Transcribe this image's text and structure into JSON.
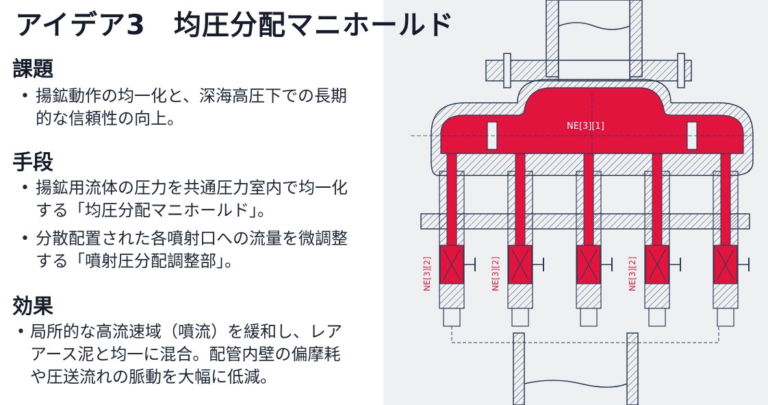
{
  "title": "アイデア3　均圧分配マニホールド",
  "sections": [
    {
      "heading": "課題",
      "bullets": [
        "揚鉱動作の均一化と、深海高圧下での長期的な信頼性の向上。"
      ]
    },
    {
      "heading": "手段",
      "bullets": [
        "揚鉱用流体の圧力を共通圧力室内で均一化する「均圧分配マニホールド」。",
        "分散配置された各噴射口への流量を微調整する「噴射圧分配調整部」。"
      ]
    },
    {
      "heading": "効果",
      "bullets": [
        "局所的な高流速域（噴流）を緩和し、レアアース泥と均一に混合。配管内壁の偏摩耗や圧送流れの脈動を大幅に低減。"
      ]
    }
  ],
  "diagram": {
    "chamber_label": "NE[3][1]",
    "valve_label": "NE[3][2]",
    "colors": {
      "fluid": "#e0143c",
      "line": "#2a3a55",
      "background": "#eef0f2"
    }
  }
}
